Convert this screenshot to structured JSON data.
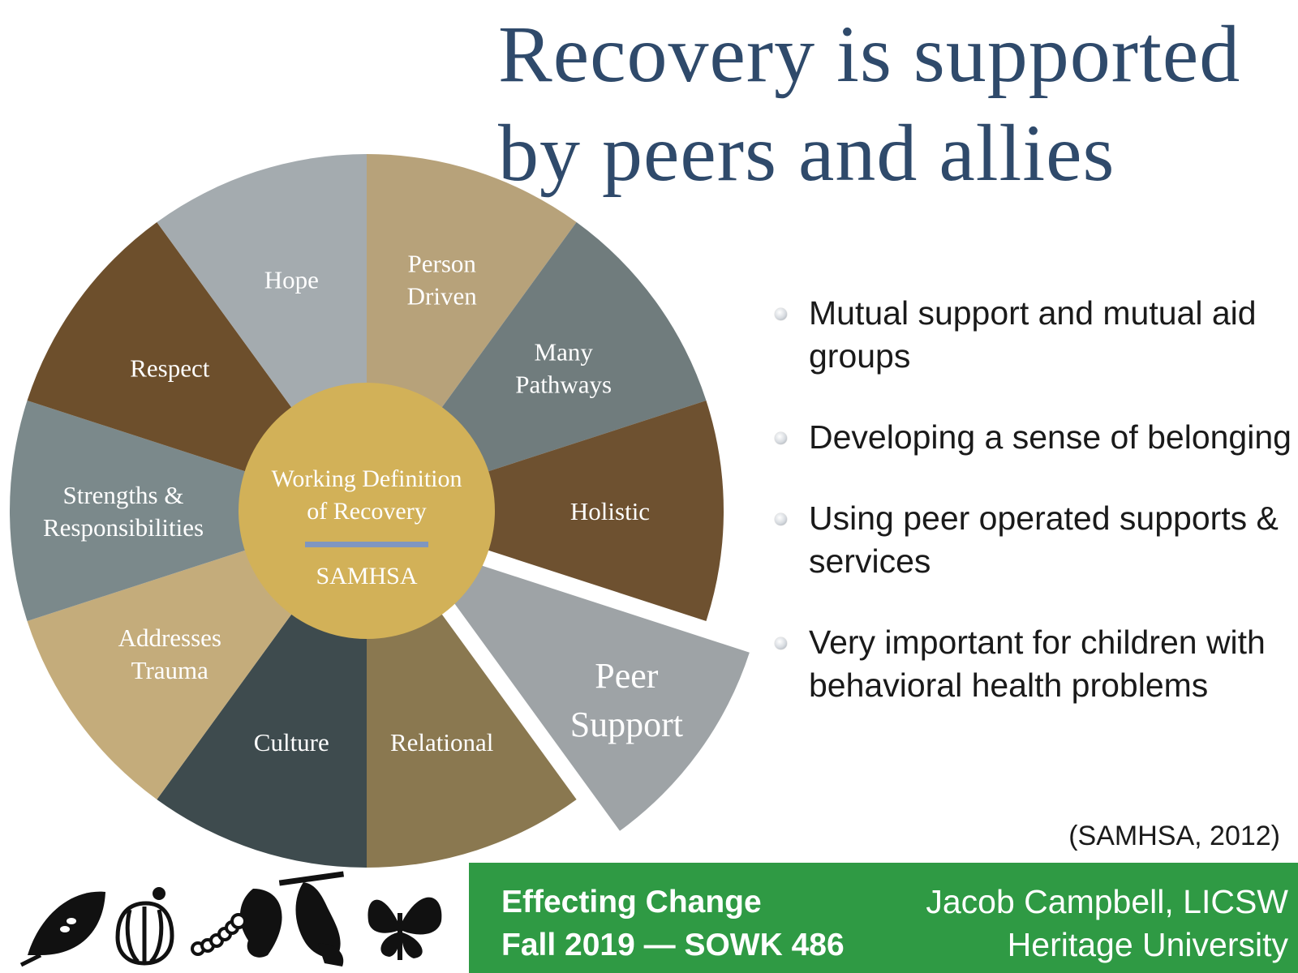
{
  "slide": {
    "title_lines": [
      "Recovery is supported",
      "by peers and allies"
    ],
    "wheel": {
      "center_lines": [
        "Working Definition",
        "of Recovery"
      ],
      "center_sub": "SAMHSA",
      "segments": [
        {
          "lines": [
            "Person",
            "Driven"
          ]
        },
        {
          "lines": [
            "Many",
            "Pathways"
          ]
        },
        {
          "lines": [
            "Holistic"
          ]
        },
        {
          "lines": [
            "Peer",
            "Support"
          ]
        },
        {
          "lines": [
            "Relational"
          ]
        },
        {
          "lines": [
            "Culture"
          ]
        },
        {
          "lines": [
            "Addresses",
            "Trauma"
          ]
        },
        {
          "lines": [
            "Strengths &",
            "Responsibilities"
          ]
        },
        {
          "lines": [
            "Respect"
          ]
        },
        {
          "lines": [
            "Hope"
          ]
        }
      ]
    },
    "bullets": [
      "Mutual support and mutual aid groups",
      "Developing a sense of belonging",
      "Using peer operated supports & services",
      "Very important for children with behavioral health problems"
    ],
    "citation": "(SAMHSA, 2012)",
    "footer": {
      "course_lines": [
        "Effecting Change",
        "Fall 2019 — SOWK 486"
      ],
      "author_lines": [
        "Jacob Campbell, LICSW",
        "Heritage University"
      ]
    },
    "icons": [
      "leaf-icon",
      "egg-icon",
      "caterpillar-icon",
      "chrysalis-icon",
      "butterfly-icon"
    ],
    "colors": {
      "title": "#2f4a6b",
      "footer": "#2f9a44",
      "center": "#d2b158",
      "center_rule": "#7f96bf"
    }
  }
}
